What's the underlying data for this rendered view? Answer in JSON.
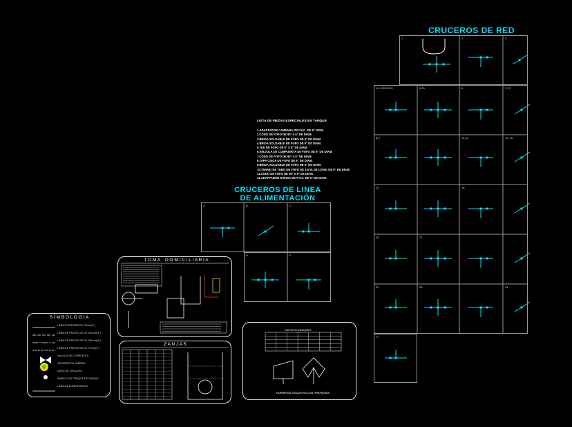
{
  "titles": {
    "cruceros_red": "CRUCEROS DE RED",
    "cruceros_linea_1": "CRUCEROS DE LINEA",
    "cruceros_linea_2": "DE ALIMENTACIÓN",
    "toma": "T O M A    D O M I C I L I A R I A",
    "zanjas": "Z A N J A S",
    "simbologia": "S I M B O L O G I A",
    "lista": "LISTA DE PIEZAS ESPECIALES EN TANQUE",
    "atraques": "FORMA DE COLOCAR LOS ATRAQUES"
  },
  "lista_items": [
    "1.ADAPTADOR CAMPANA DE P.V.C. DE 6\" DIAM.",
    "2.CODO DE FOFO DE 90° X 6\" DE DIAM.",
    "3.BRIDA SOLDABLE DE FOFO DE 6\" DE DIAM.",
    "4.BRIDA SOLDABLE DE FOFO DE 6\" DE DIAM.",
    "5.TEE DE FOFO DE 6\" X 6\" DE DIAM.",
    "6.VALVULA DE COMPUERTA DE FOFO DE 6\" DE DIAM.",
    "7.CODO DE FOFO DE 90° X 6\" DE DIAM.",
    "8.TAPA CIEGA DE FOFO DE 6\" DE DIAM.",
    "9.BRIDA SOLDABLE DE FOFO DE 6\" DE DIAM.",
    "10.TRAMO DE TUBO DE FOFO DE 1.5 M. DE LONG. DE 6\" DE DIAM.",
    "11.CODO DE FOFO DE 90° X 6\" DE DIAM.",
    "12.ADAPTADOR ESPIGA DE P.V.C. DE 6\" DE DIAM."
  ],
  "red_cells": [
    "1",
    "2",
    "3",
    "4,14,20,23,26",
    "5,10",
    "6",
    "7,13",
    "8,9",
    "",
    "11,12",
    "13, 31",
    "15",
    "",
    "16",
    "",
    "18",
    "21",
    "",
    "",
    "22",
    "23",
    "",
    "24",
    "17"
  ],
  "linea_cells": [
    "A",
    "B",
    "C",
    "",
    "D",
    "E"
  ],
  "simbologia": [
    "LINEA EXISTENTE DE 75mm(3\")",
    "LINEA DE PROYECTO DE 100 mm(4\")",
    "LINEA DE PROYECTO DE 150 mm(6\")",
    "LINEA DE PROYECTO DE 75 mm(3\")",
    "VALVULA DE COMPUERTA",
    "CRUCERO DE TUBERIA",
    "NODO DE CRUCERO",
    "SIMBOLO DE TANQUE DE TANQUE",
    "LINEA DE ALIMENTACION"
  ],
  "atraques_table_title": "DATOS DE ATRAQUES",
  "colors": {
    "cyan": "#00e5ff",
    "white": "#ffffff",
    "yellow": "#ffd400",
    "red": "#ff3030",
    "green": "#22dd22"
  }
}
